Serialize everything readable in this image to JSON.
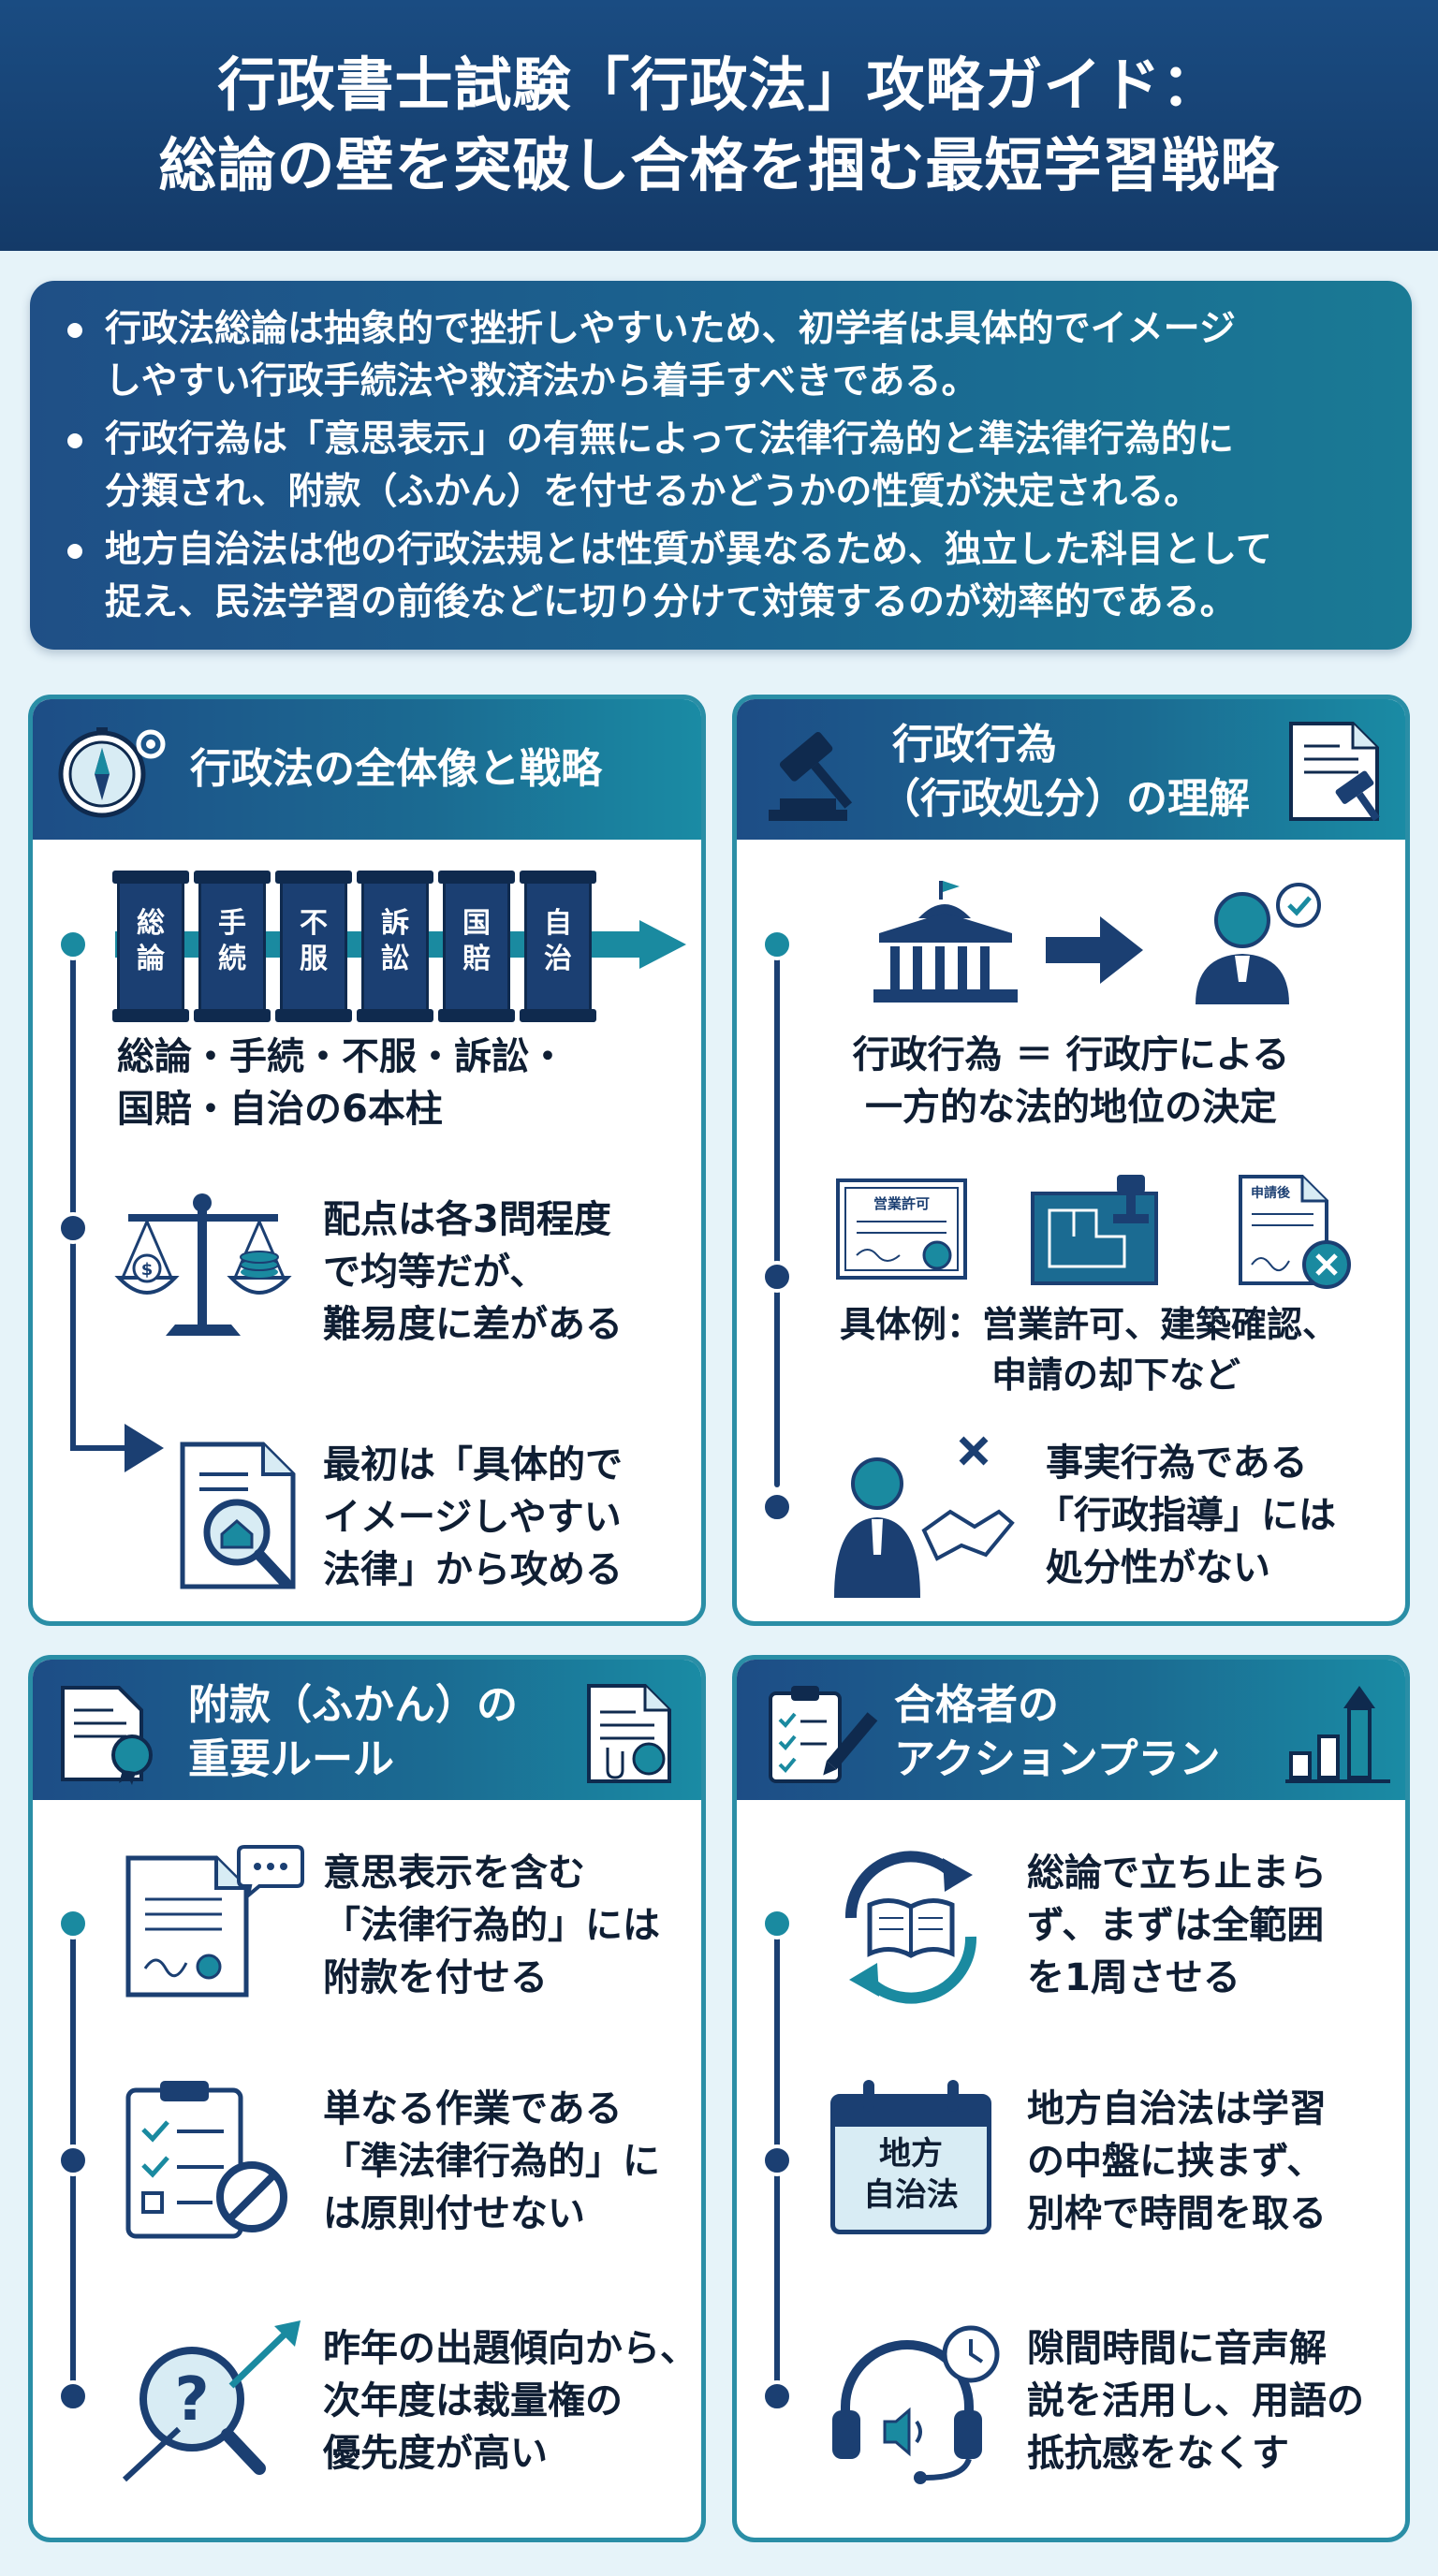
{
  "header": {
    "line1": "行政書士試験「行政法」攻略ガイド：",
    "line2": "総論の壁を突破し合格を掴む最短学習戦略"
  },
  "summary": {
    "items": [
      {
        "line1": "行政法総論は抽象的で挫折しやすいため、初学者は具体的でイメージ",
        "line2": "しやすい行政手続法や救済法から着手すべきである。"
      },
      {
        "line1": "行政行為は「意思表示」の有無によって法律行為的と準法律行為的に",
        "line2": "分類され、附款（ふかん）を付せるかどうかの性質が決定される。"
      },
      {
        "line1": "地方自治法は他の行政法規とは性質が異なるため、独立した科目として",
        "line2": "捉え、民法学習の前後などに切り分けて対策するのが効率的である。"
      }
    ]
  },
  "card1": {
    "title": "行政法の全体像と戦略",
    "pillars": [
      "総論",
      "手続",
      "不服",
      "訴訟",
      "国賠",
      "自治"
    ],
    "pillar_caption_1": "総論・手続・不服・訴訟・",
    "pillar_caption_2": "国賠・自治の6本柱",
    "point2_l1": "配点は各3問程度",
    "point2_l2": "で均等だが、",
    "point2_l3": "難易度に差がある",
    "point3_l1": "最初は「具体的で",
    "point3_l2": "イメージしやすい",
    "point3_l3": "法律」から攻める"
  },
  "card2": {
    "title_l1": "行政行為",
    "title_l2": "（行政処分）の理解",
    "def_l1": "行政行為 ＝ 行政庁による",
    "def_l2": "一方的な法的地位の決定",
    "doc1_label": "営業許可",
    "doc3_label": "申請後",
    "example_l1": "具体例：営業許可、建築確認、",
    "example_l2": "申請の却下など",
    "point3_l1": "事実行為である",
    "point3_l2": "「行政指導」には",
    "point3_l3": "処分性がない"
  },
  "card3": {
    "title_l1": "附款（ふかん）の",
    "title_l2": "重要ルール",
    "p1_l1": "意思表示を含む",
    "p1_l2": "「法律行為的」には",
    "p1_l3": "附款を付せる",
    "p2_l1": "単なる作業である",
    "p2_l2": "「準法律行為的」に",
    "p2_l3": "は原則付せない",
    "p3_l1": "昨年の出題傾向から、",
    "p3_l2": "次年度は裁量権の",
    "p3_l3": "優先度が高い"
  },
  "card4": {
    "title_l1": "合格者の",
    "title_l2": "アクションプラン",
    "p1_l1": "総論で立ち止まら",
    "p1_l2": "ず、まずは全範囲",
    "p1_l3": "を1周させる",
    "cal_l1": "地方",
    "cal_l2": "自治法",
    "p2_l1": "地方自治法は学習",
    "p2_l2": "の中盤に挟まず、",
    "p2_l3": "別枠で時間を取る",
    "p3_l1": "隙間時間に音声解",
    "p3_l2": "説を活用し、用語の",
    "p3_l3": "抵抗感をなくす"
  },
  "colors": {
    "navy": "#1b3f72",
    "teal": "#1a8aa0",
    "header": "#153d6c",
    "background": "#e6f3f9"
  }
}
